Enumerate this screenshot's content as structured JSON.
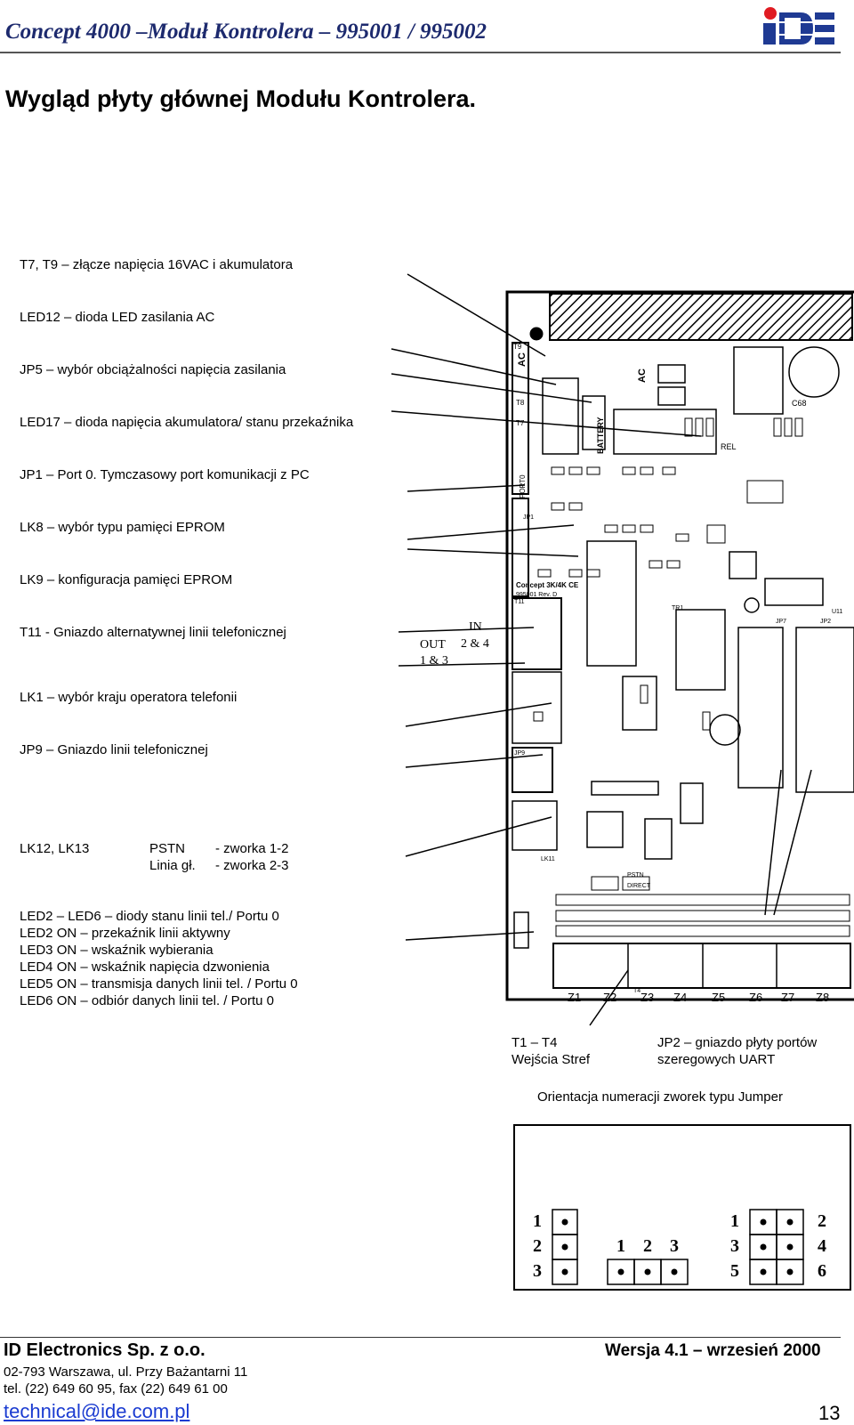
{
  "header": {
    "title": "Concept 4000 –Moduł Kontrolera – 995001 / 995002",
    "logo_text": "IDE"
  },
  "page_title": "Wygląd płyty głównej Modułu Kontrolera.",
  "labels": [
    "T7, T9 – złącze napięcia 16VAC i akumulatora",
    "LED12 – dioda LED zasilania AC",
    "JP5 – wybór obciążalności napięcia zasilania",
    "LED17 – dioda napięcia akumulatora/ stanu przekaźnika",
    "JP1 – Port 0. Tymczasowy port komunikacji z PC",
    "LK8 – wybór typu pamięci EPROM",
    "LK9 – konfiguracja pamięci EPROM",
    "T11 - Gniazdo alternatywnej linii telefonicznej",
    "LK1 – wybór kraju operatora telefonii",
    "JP9 – Gniazdo linii telefonicznej"
  ],
  "lk12": {
    "name": "LK12, LK13",
    "row1": {
      "mode": "PSTN",
      "setting": "- zworka 1-2"
    },
    "row2": {
      "mode": "Linia gł.",
      "setting": "- zworka 2-3"
    }
  },
  "led_group": [
    "LED2 – LED6 – diody stanu linii tel./ Portu 0",
    "LED2 ON – przekaźnik linii aktywny",
    "LED3 ON – wskaźnik wybierania",
    "LED4 ON – wskaźnik napięcia dzwonienia",
    "LED5 ON – transmisja danych linii tel. / Portu 0",
    "LED6 ON – odbiór danych linii tel. / Portu 0"
  ],
  "t1t4": {
    "line1": "T1 – T4",
    "line2": "Wejścia Stref"
  },
  "jp2": {
    "line1": "JP2 – gniazdo płyty portów",
    "line2": "szeregowych UART"
  },
  "orientation_caption": "Orientacja numeracji zworek typu Jumper",
  "board": {
    "top_labels": [
      "T9",
      "AC",
      "T8",
      "T7",
      "BATTERY",
      "AC",
      "PORT0",
      "JP1"
    ],
    "silk": [
      "Concept 3K/4K CE",
      "995001 Rev. D"
    ],
    "phone": {
      "out": "OUT",
      "in": "IN",
      "lines": "1 & 3",
      "lines2": "2 & 4"
    },
    "zone_labels": [
      "Z1",
      "Z2",
      "Z3",
      "Z4",
      "Z5",
      "Z6",
      "Z7",
      "Z8"
    ],
    "misc": [
      "T11",
      "JP9",
      "LK11",
      "PSTN",
      "DIRECT",
      "REL",
      "T4",
      "C68",
      "TR1",
      "JP7",
      "JP2",
      "U11"
    ]
  },
  "jumpers": {
    "vertical3": [
      "1",
      "2",
      "3"
    ],
    "horizontal3": [
      "1",
      "2",
      "3"
    ],
    "grid6_left": [
      "1",
      "3",
      "5"
    ],
    "grid6_right": [
      "2",
      "4",
      "6"
    ]
  },
  "footer": {
    "company": "ID Electronics Sp. z o.o.",
    "version": "Wersja 4.1 – wrzesień 2000",
    "address": "02-793 Warszawa, ul. Przy Bażantarni 11",
    "tel": "tel. (22) 649 60 95, fax (22) 649 61 00",
    "email": "technical@ide.com.pl",
    "page": "13"
  }
}
